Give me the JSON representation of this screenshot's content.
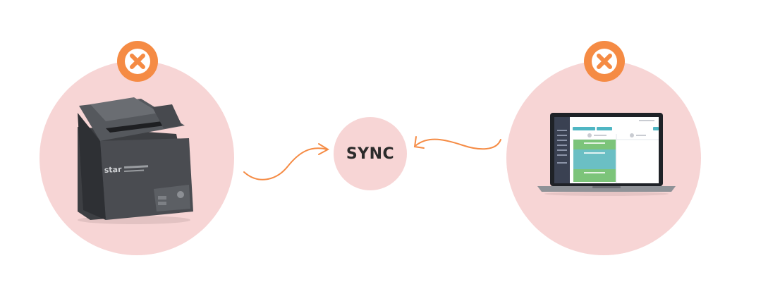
{
  "diagram": {
    "center_label": "SYNC",
    "colors": {
      "circle_fill": "#f7d5d5",
      "accent_orange": "#f58b44",
      "arrow_color": "#f58b44",
      "text_dark": "#2b2b2b"
    },
    "nodes": [
      {
        "id": "printer",
        "icon": "receipt-printer-image",
        "status_icon": "close-x-icon"
      },
      {
        "id": "laptop",
        "icon": "laptop-scheduling-app-image",
        "status_icon": "close-x-icon"
      }
    ],
    "printer_brand": "star"
  }
}
